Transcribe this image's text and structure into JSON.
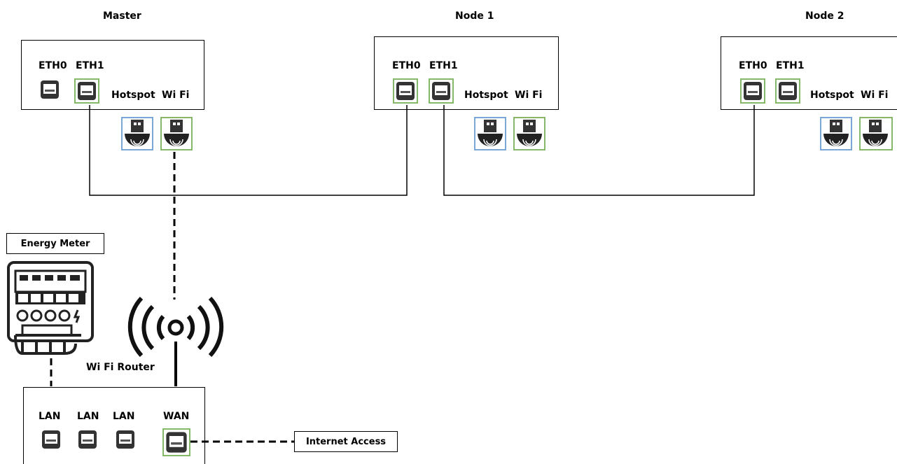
{
  "devices": {
    "master": {
      "title": "Master",
      "eth0": "ETH0",
      "eth1": "ETH1",
      "hotspot": "Hotspot",
      "wifi": "Wi Fi"
    },
    "node1": {
      "title": "Node 1",
      "eth0": "ETH0",
      "eth1": "ETH1",
      "hotspot": "Hotspot",
      "wifi": "Wi Fi"
    },
    "node2": {
      "title": "Node 2",
      "eth0": "ETH0",
      "eth1": "ETH1",
      "hotspot": "Hotspot",
      "wifi": "Wi Fi"
    }
  },
  "energy_meter": {
    "label": "Energy Meter"
  },
  "router": {
    "label": "Wi Fi Router",
    "lan1": "LAN",
    "lan2": "LAN",
    "lan3": "LAN",
    "wan": "WAN"
  },
  "internet": {
    "label": "Internet Access"
  },
  "colors": {
    "line": "#000000",
    "port_highlight": "#86b86a",
    "hotspot_highlight": "#7ba7d6"
  },
  "icons": [
    "ethernet-port-icon",
    "usb-wifi-dongle-icon",
    "energy-meter-icon",
    "wireless-signal-icon"
  ]
}
